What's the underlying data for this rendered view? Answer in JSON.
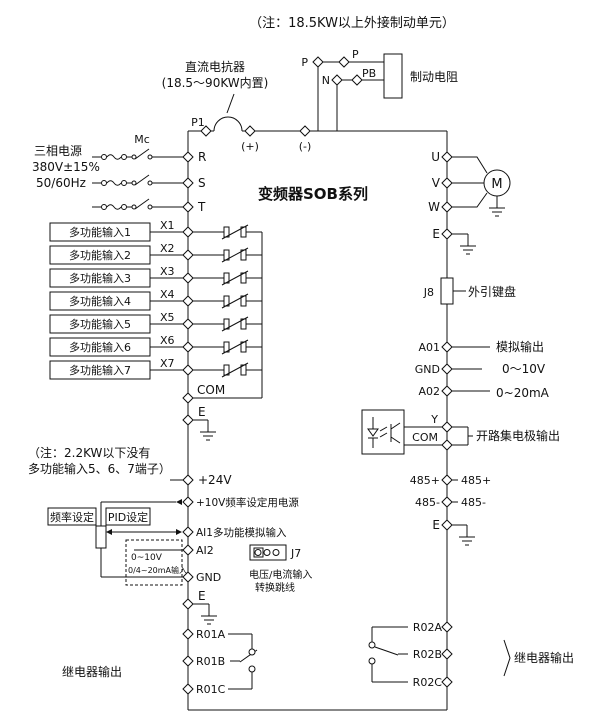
{
  "page": {
    "background": "#ffffff",
    "line_color": "#111111"
  },
  "title": "变频器SOB系列",
  "notes": {
    "top": "（注：18.5KW以上外接制动单元）",
    "reactor_line1": "直流电抗器",
    "reactor_line2": "(18.5～90KW内置)",
    "small_kw_line1": "（注：2.2KW以下没有",
    "small_kw_line2": "多功能输入5、6、7端子）"
  },
  "brake": {
    "p1": "P1",
    "plus": "(+)",
    "minus": "(-)",
    "p_left": "P",
    "p_right": "P",
    "n_left": "N",
    "pb_right": "PB",
    "resistor_label": "制动电阻"
  },
  "power_input": {
    "line1": "三相电源",
    "line2": "380V±15%",
    "line3": "50/60Hz",
    "contactor": "Mc",
    "phases": [
      "R",
      "S",
      "T"
    ]
  },
  "inputs": {
    "boxes": [
      "多功能输入1",
      "多功能输入2",
      "多功能输入3",
      "多功能输入4",
      "多功能输入5",
      "多功能输入6",
      "多功能输入7"
    ],
    "terminals": [
      "X1",
      "X2",
      "X3",
      "X4",
      "X5",
      "X6",
      "X7"
    ],
    "com": "COM",
    "e": "E",
    "p24": "+24V",
    "v10": "+10V频率设定用电源",
    "freq_box": "频率设定",
    "pid_box": "PID设定",
    "ai1": "AI1多功能模拟输入",
    "ai2": "AI2",
    "gnd": "GND",
    "range1": "0~10V",
    "range2": "0/4~20mA输入",
    "j7": "J7",
    "j7_desc1": "电压/电流输入",
    "j7_desc2": "转换跳线",
    "e2": "E"
  },
  "relay1": {
    "a": "R01A",
    "b": "R01B",
    "c": "R01C",
    "label": "继电器输出"
  },
  "outputs": {
    "phases": [
      "U",
      "V",
      "W"
    ],
    "motor": "M",
    "e": "E",
    "j8": "J8",
    "keypad": "外引键盘",
    "a01": "A01",
    "gnd": "GND",
    "a02": "A02",
    "analog_label": "模拟输出",
    "range1": "0～10V",
    "range2": "0~20mA",
    "y": "Y",
    "com": "COM",
    "oc_label": "开路集电极输出",
    "rs485_plus": "485+",
    "rs485_minus": "485-",
    "e2": "E"
  },
  "relay2": {
    "a": "R02A",
    "b": "R02B",
    "c": "R02C",
    "label": "继电器输出"
  }
}
